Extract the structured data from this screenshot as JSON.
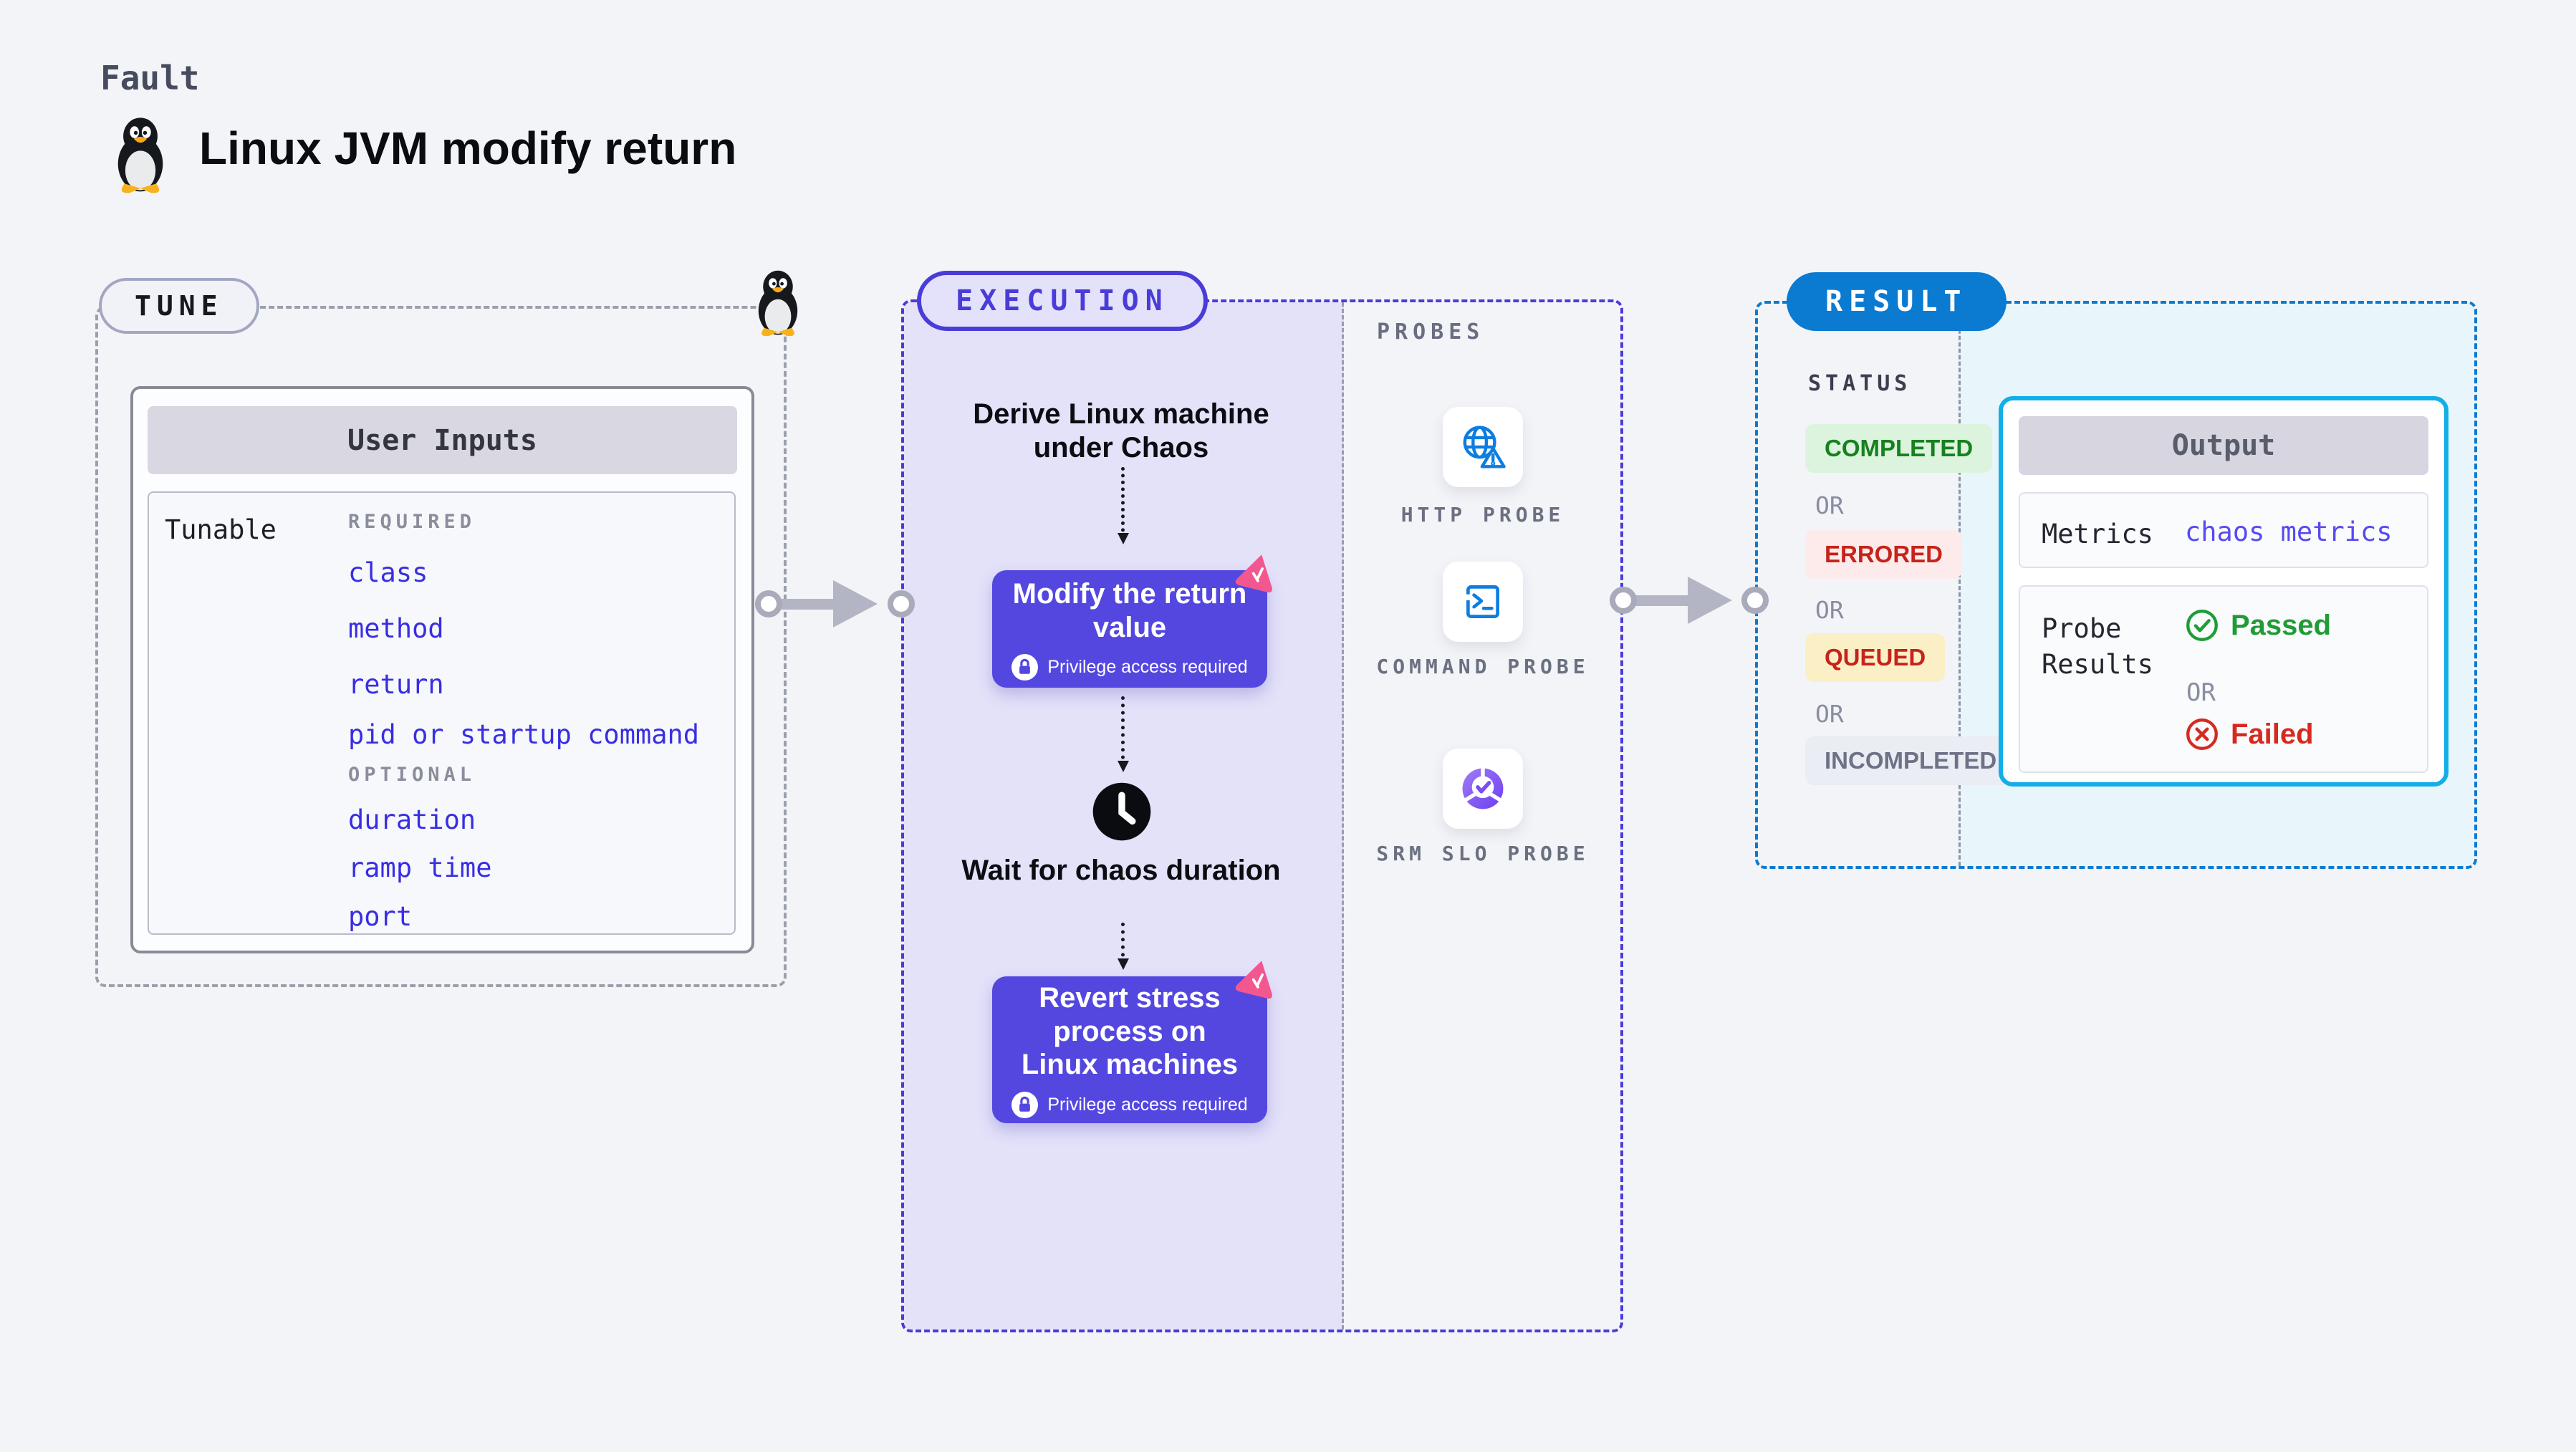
{
  "header": {
    "eyebrow": "Fault",
    "title": "Linux JVM modify return",
    "icon": "tux-penguin"
  },
  "tune": {
    "label": "TUNE",
    "card_title": "User Inputs",
    "row_label": "Tunable",
    "required_label": "REQUIRED",
    "required_items": [
      "class",
      "method",
      "return",
      "pid or startup command"
    ],
    "optional_label": "OPTIONAL",
    "optional_items": [
      "duration",
      "ramp time",
      "port"
    ]
  },
  "execution": {
    "label": "EXECUTION",
    "steps": [
      {
        "type": "text",
        "text": "Derive Linux machine under Chaos"
      },
      {
        "type": "action",
        "text": "Modify the return value",
        "note": "Privilege access required"
      },
      {
        "type": "wait",
        "text": "Wait for chaos duration"
      },
      {
        "type": "action",
        "text": "Revert stress process on Linux machines",
        "note": "Privilege access required"
      }
    ],
    "probes": {
      "label": "PROBES",
      "items": [
        {
          "name": "HTTP PROBE",
          "icon": "globe-alert-icon"
        },
        {
          "name": "COMMAND PROBE",
          "icon": "terminal-icon"
        },
        {
          "name": "SRM SLO PROBE",
          "icon": "slo-donut-check-icon"
        }
      ]
    }
  },
  "result": {
    "label": "RESULT",
    "status_label": "STATUS",
    "or_label": "OR",
    "statuses": [
      {
        "text": "COMPLETED",
        "kind": "success"
      },
      {
        "text": "ERRORED",
        "kind": "error"
      },
      {
        "text": "QUEUED",
        "kind": "queued"
      },
      {
        "text": "INCOMPLETED",
        "kind": "muted"
      }
    ],
    "output": {
      "title": "Output",
      "metrics_label": "Metrics",
      "metrics_value": "chaos metrics",
      "probe_results_label": "Probe Results",
      "passed_label": "Passed",
      "or_label": "OR",
      "failed_label": "Failed"
    }
  },
  "colors": {
    "page_bg": "#f3f4f8",
    "indigo_accent": "#4a3cd8",
    "action_purple": "#5447e0",
    "execution_fill": "#e4e2f9",
    "result_blue": "#0b7ad1",
    "output_border_cyan": "#12aee8",
    "result_fill": "#e8f5fb",
    "link_blue": "#382ee2",
    "success_green": "#17801f",
    "fail_red": "#c6231b",
    "chaos_pink": "#f2578f",
    "probe_icon_blue": "#0d7de0"
  }
}
